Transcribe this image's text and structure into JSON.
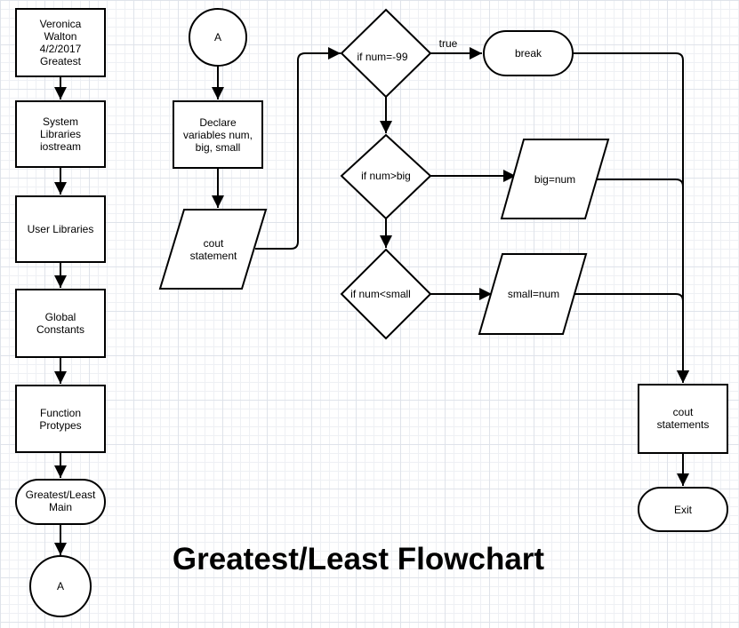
{
  "title": "Greatest/Least Flowchart",
  "nodes": {
    "header": {
      "lines": [
        "Veronica",
        "Walton",
        "4/2/2017",
        "Greatest"
      ]
    },
    "sys_libs": {
      "lines": [
        "System",
        "Libraries",
        "iostream"
      ]
    },
    "user_libs": {
      "lines": [
        "User Libraries"
      ]
    },
    "global": {
      "lines": [
        "Global",
        "Constants"
      ]
    },
    "protos": {
      "lines": [
        "Function",
        "Protypes"
      ]
    },
    "main": {
      "lines": [
        "Greatest/Least",
        "Main"
      ]
    },
    "conn_bottom": {
      "lines": [
        "A"
      ]
    },
    "conn_top": {
      "lines": [
        "A"
      ]
    },
    "declare": {
      "lines": [
        "Declare",
        "variables num,",
        "big, small"
      ]
    },
    "cout1": {
      "lines": [
        "cout",
        "statement"
      ]
    },
    "if_break": {
      "lines": [
        "if num=-99"
      ]
    },
    "if_big": {
      "lines": [
        "if num>big"
      ]
    },
    "if_small": {
      "lines": [
        "if num<small"
      ]
    },
    "break": {
      "lines": [
        "break"
      ]
    },
    "big_assign": {
      "lines": [
        "big=num"
      ]
    },
    "small_assign": {
      "lines": [
        "small=num"
      ]
    },
    "cout_end": {
      "lines": [
        "cout",
        "statements"
      ]
    },
    "exit": {
      "lines": [
        "Exit"
      ]
    }
  },
  "edges": {
    "true_label": "true"
  }
}
